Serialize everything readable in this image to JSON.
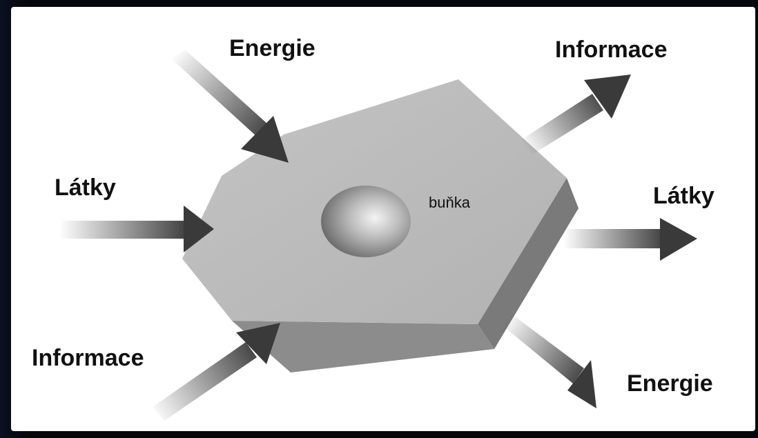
{
  "diagram": {
    "cell_label": "buňka",
    "inputs": {
      "top": "Energie",
      "left": "Látky",
      "bottom": "Informace"
    },
    "outputs": {
      "top": "Informace",
      "right": "Látky",
      "bottom": "Energie"
    }
  },
  "colors": {
    "background": "#ffffff",
    "frame": "#05070d",
    "cell_top": "#b9b9b9",
    "cell_side": "#7c7c7c",
    "arrow_head": "#3a3a3a",
    "text": "#111111"
  }
}
